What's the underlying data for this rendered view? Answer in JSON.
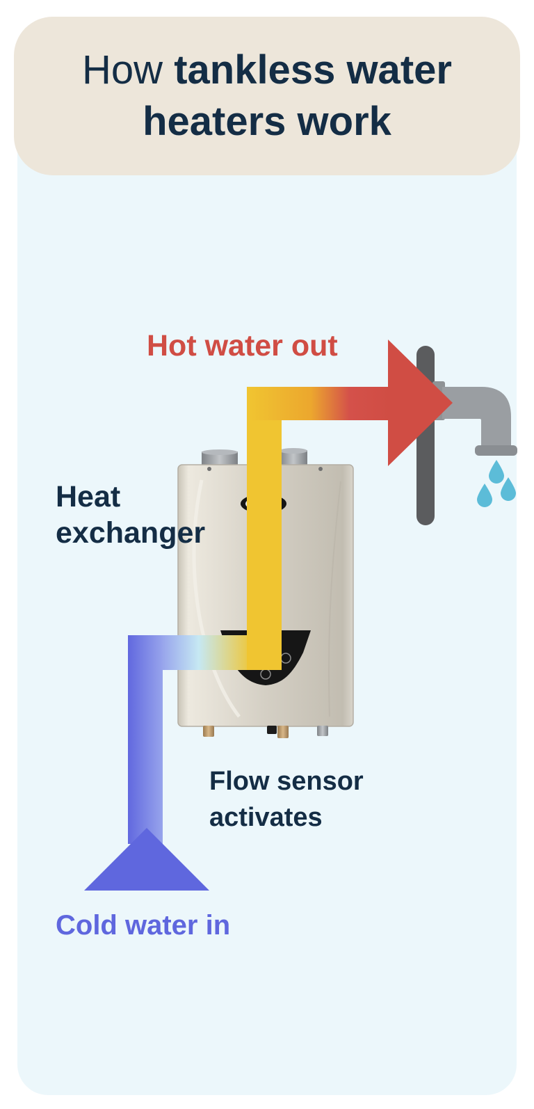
{
  "title": {
    "prefix": "How",
    "emphasis": "tankless water heaters work"
  },
  "labels": {
    "hot_water_out": "Hot water out",
    "heat_exchanger": "Heat exchanger",
    "flow_sensor": "Flow sensor activates",
    "cold_water_in": "Cold water in"
  },
  "colors": {
    "title_background": "#ede6da",
    "panel_background": "#ecf7fb",
    "title_text": "#142d45",
    "hot": "#d04d44",
    "warm": "#f0c531",
    "cold": "#5f67de",
    "droplet": "#5cbcd8"
  },
  "icons": {
    "heater": "tankless-water-heater-icon",
    "faucet": "faucet-icon",
    "droplets": "water-droplet-icon"
  }
}
